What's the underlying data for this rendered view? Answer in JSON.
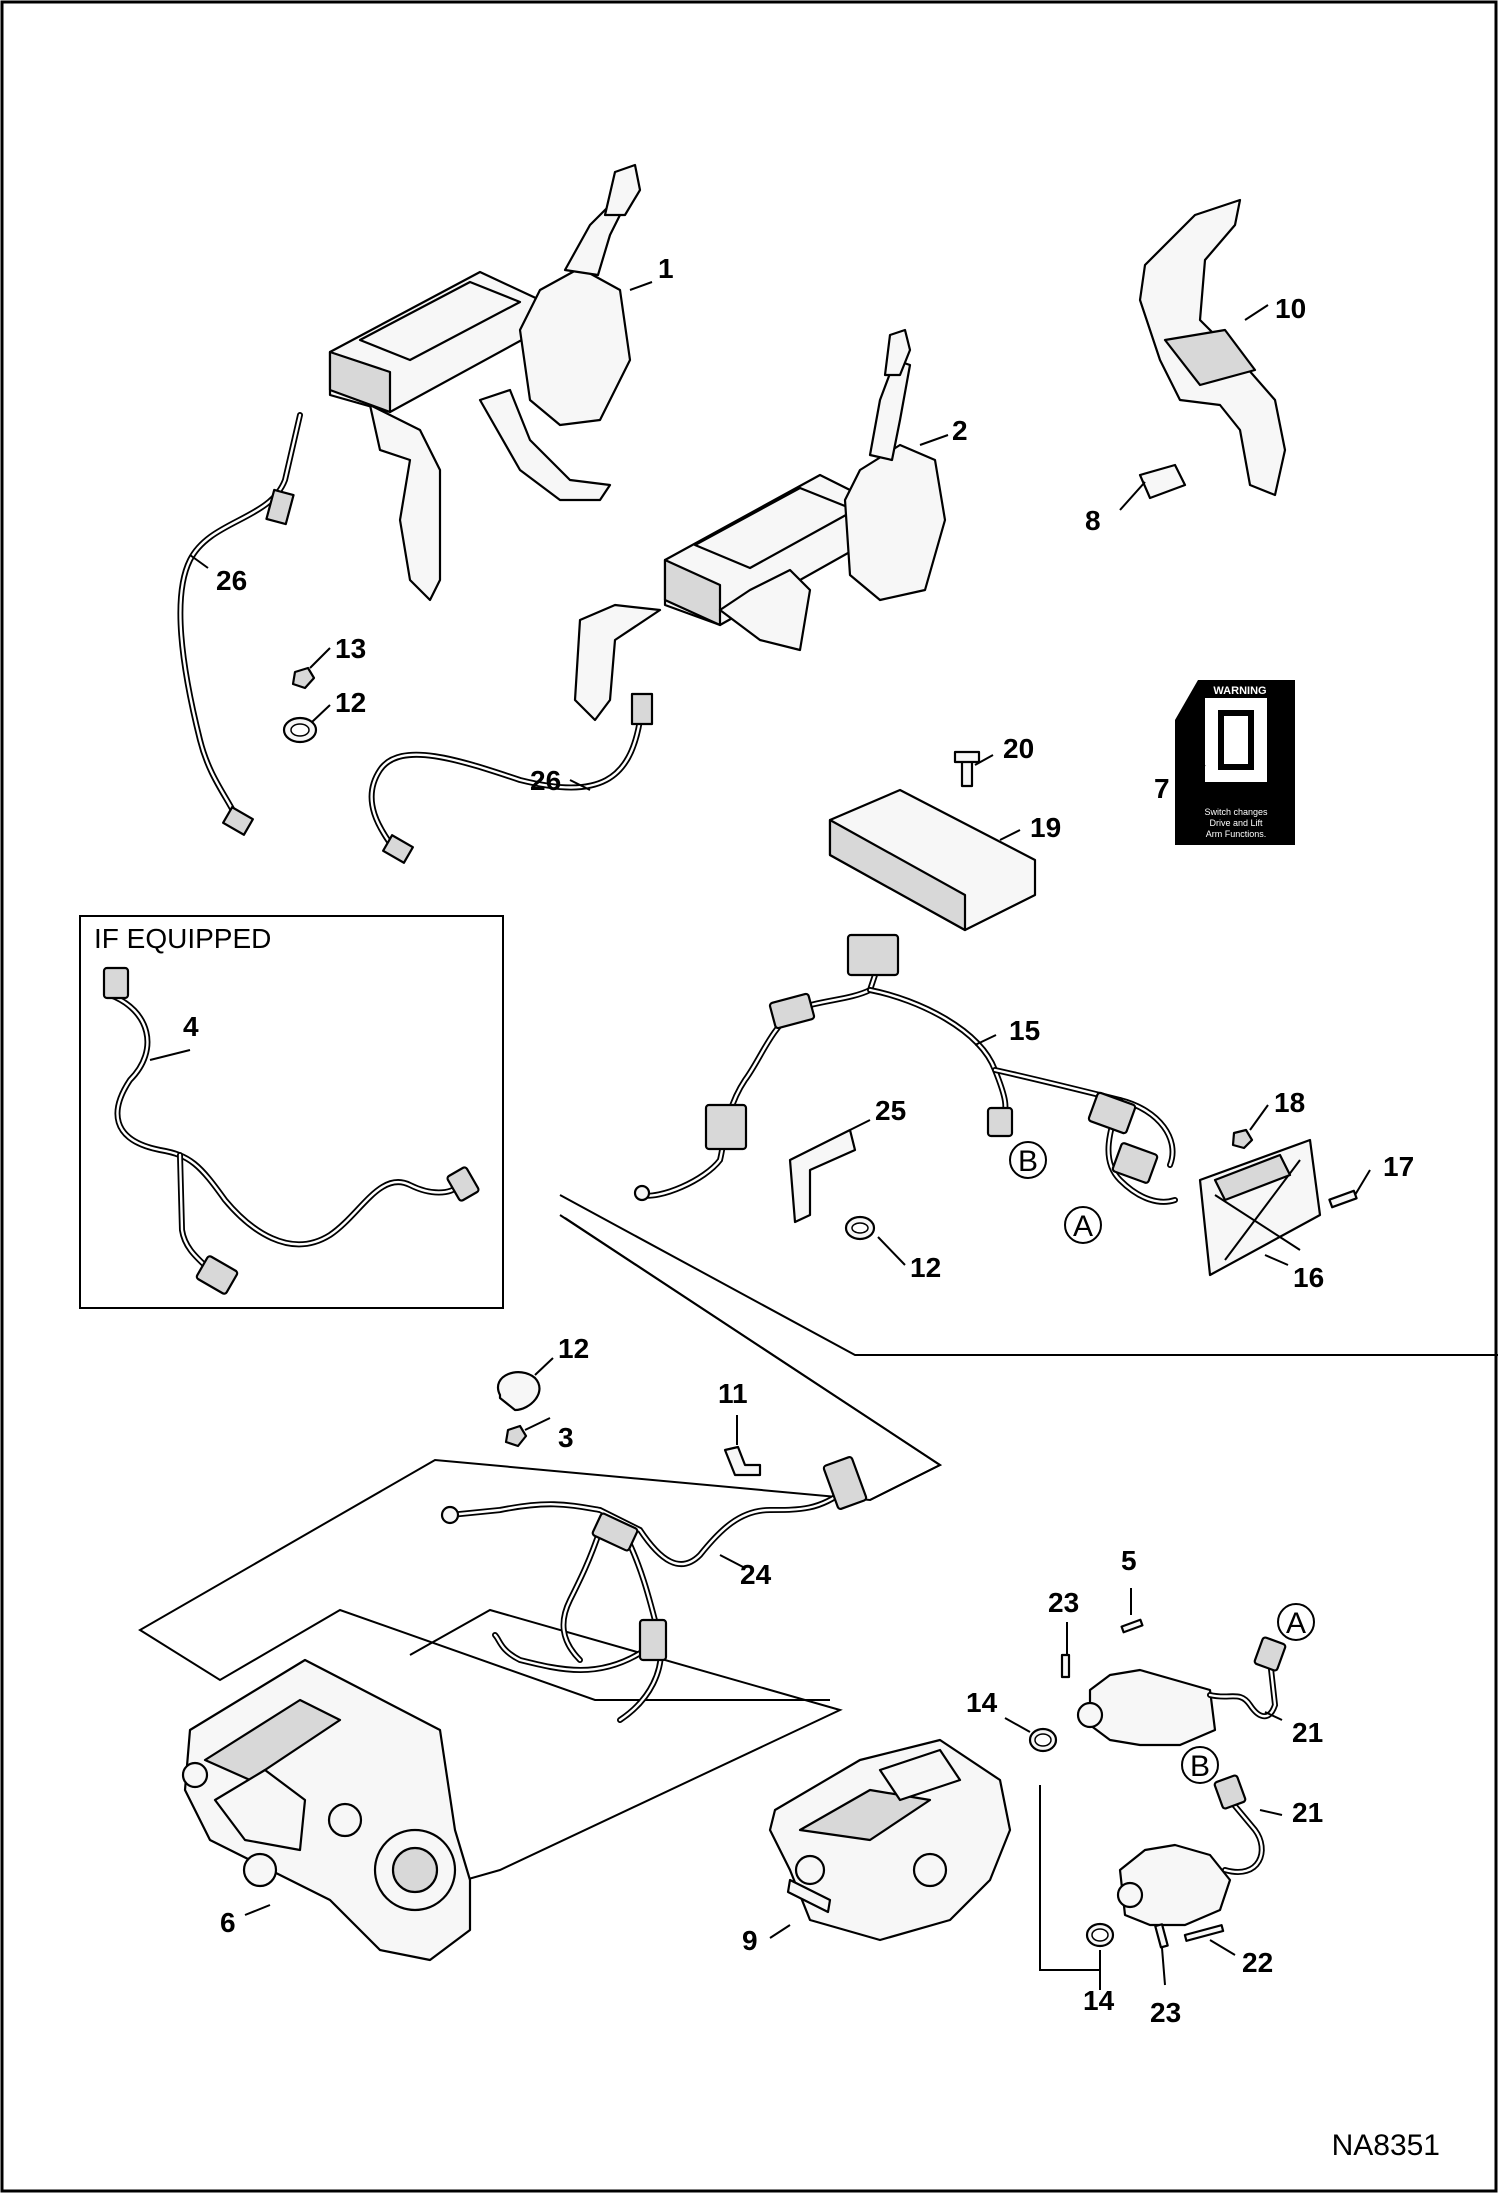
{
  "diagram": {
    "drawing_number": "NA8351",
    "if_equipped_label": "IF EQUIPPED",
    "warning_decal": {
      "header": "WARNING",
      "text_line1": "Switch changes",
      "text_line2": "Drive and Lift",
      "text_line3": "Arm Functions."
    },
    "callouts": {
      "c1": "1",
      "c2": "2",
      "c3": "3",
      "c4": "4",
      "c5": "5",
      "c6": "6",
      "c7": "7",
      "c8": "8",
      "c9": "9",
      "c10": "10",
      "c11": "11",
      "c12a": "12",
      "c12b": "12",
      "c12c": "12",
      "c13": "13",
      "c14a": "14",
      "c14b": "14",
      "c15": "15",
      "c16": "16",
      "c17": "17",
      "c18": "18",
      "c19": "19",
      "c20": "20",
      "c21a": "21",
      "c21b": "21",
      "c22": "22",
      "c23a": "23",
      "c23b": "23",
      "c24": "24",
      "c25": "25",
      "c26a": "26",
      "c26b": "26"
    },
    "connection_letters": {
      "a1": "A",
      "b1": "B",
      "a2": "A",
      "b2": "B"
    }
  }
}
